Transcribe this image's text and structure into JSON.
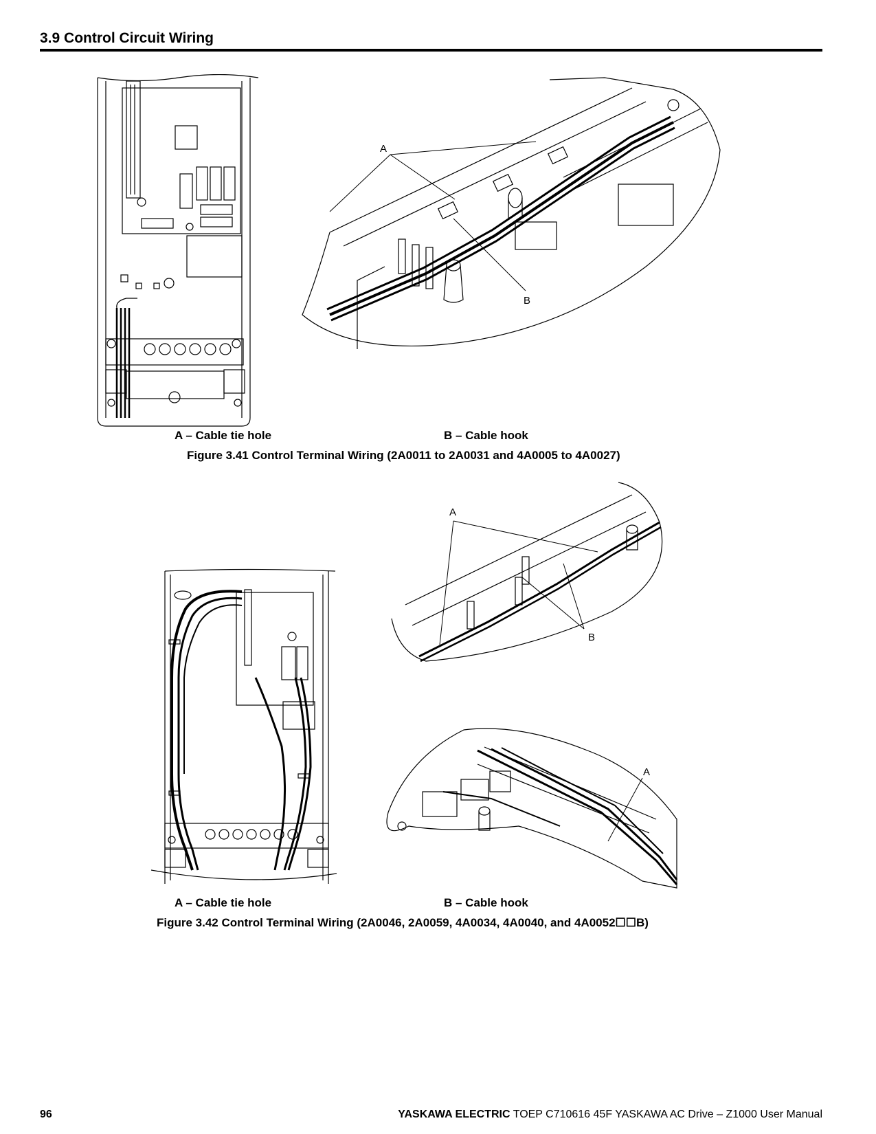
{
  "header": {
    "section_title": "3.9 Control Circuit Wiring"
  },
  "figure_341": {
    "callout_a": "A",
    "callout_b": "B",
    "legend_a": "A – Cable tie hole",
    "legend_b": "B – Cable hook",
    "caption": "Figure 3.41  Control Terminal Wiring (2A0011 to 2A0031 and 4A0005 to 4A0027)"
  },
  "figure_342": {
    "callout_a": "A",
    "callout_b": "B",
    "callout_a2": "A",
    "legend_a": "A – Cable tie hole",
    "legend_b": "B – Cable hook",
    "caption": "Figure 3.42  Control Terminal Wiring (2A0046, 2A0059, 4A0034, 4A0040, and 4A0052☐☐B)"
  },
  "footer": {
    "page_number": "96",
    "brand": "YASKAWA ELECTRIC",
    "doc_ref": " TOEP C710616 45F YASKAWA AC Drive – Z1000 User Manual"
  }
}
